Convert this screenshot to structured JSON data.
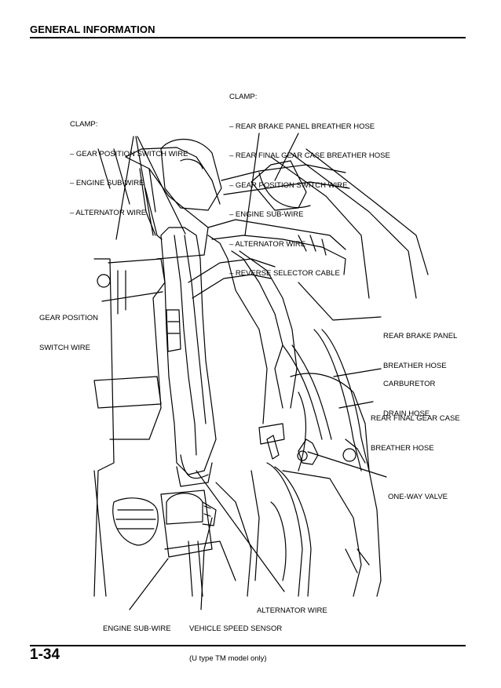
{
  "header": {
    "title": "GENERAL INFORMATION"
  },
  "callouts": {
    "clamp_left": {
      "lines": [
        "CLAMP:",
        "– GEAR POSITION SWITCH WIRE",
        "– ENGINE SUB-WIRE",
        "– ALTERNATOR WIRE"
      ]
    },
    "clamp_right": {
      "lines": [
        "CLAMP:",
        "– REAR BRAKE PANEL BREATHER HOSE",
        "– REAR FINAL GEAR CASE BREATHER HOSE",
        "– GEAR POSITION SWITCH WIRE",
        "– ENGINE SUB-WIRE",
        "– ALTERNATOR WIRE",
        "– REVERSE SELECTOR CABLE"
      ]
    },
    "gear_position_switch_wire": {
      "lines": [
        "GEAR POSITION",
        "SWITCH WIRE"
      ]
    },
    "rear_brake_panel_breather_hose": {
      "lines": [
        "REAR BRAKE PANEL",
        "BREATHER HOSE"
      ]
    },
    "carburetor_drain_hose": {
      "lines": [
        "CARBURETOR",
        "DRAIN HOSE"
      ]
    },
    "rear_final_gear_case_breather_hose": {
      "lines": [
        "REAR FINAL GEAR CASE",
        "BREATHER HOSE"
      ]
    },
    "one_way_valve": {
      "lines": [
        "ONE-WAY VALVE"
      ]
    },
    "alternator_wire": {
      "lines": [
        "ALTERNATOR WIRE"
      ]
    },
    "engine_sub_wire": {
      "lines": [
        "ENGINE SUB-WIRE"
      ]
    },
    "vehicle_speed_sensor": {
      "lines": [
        "VEHICLE SPEED SENSOR",
        "(U type TM model only)"
      ]
    }
  },
  "footer": {
    "page_number": "1-34"
  }
}
